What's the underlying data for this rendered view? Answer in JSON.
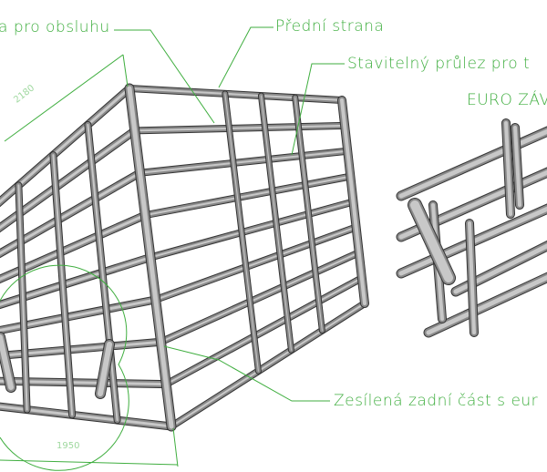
{
  "labels": {
    "service_access": "a pro obsluhu",
    "front_side": "Přední strana",
    "adjustable_passage": "Stavitelný průlez pro t",
    "euro_hitch": "EURO ZÁV",
    "reinforced_rear": "Zesílená zadní část s eur"
  },
  "dimensions": {
    "length": "2180",
    "width": "1950"
  },
  "colors": {
    "annotation": "#3fae3f",
    "steel": "#6e6e6e"
  }
}
